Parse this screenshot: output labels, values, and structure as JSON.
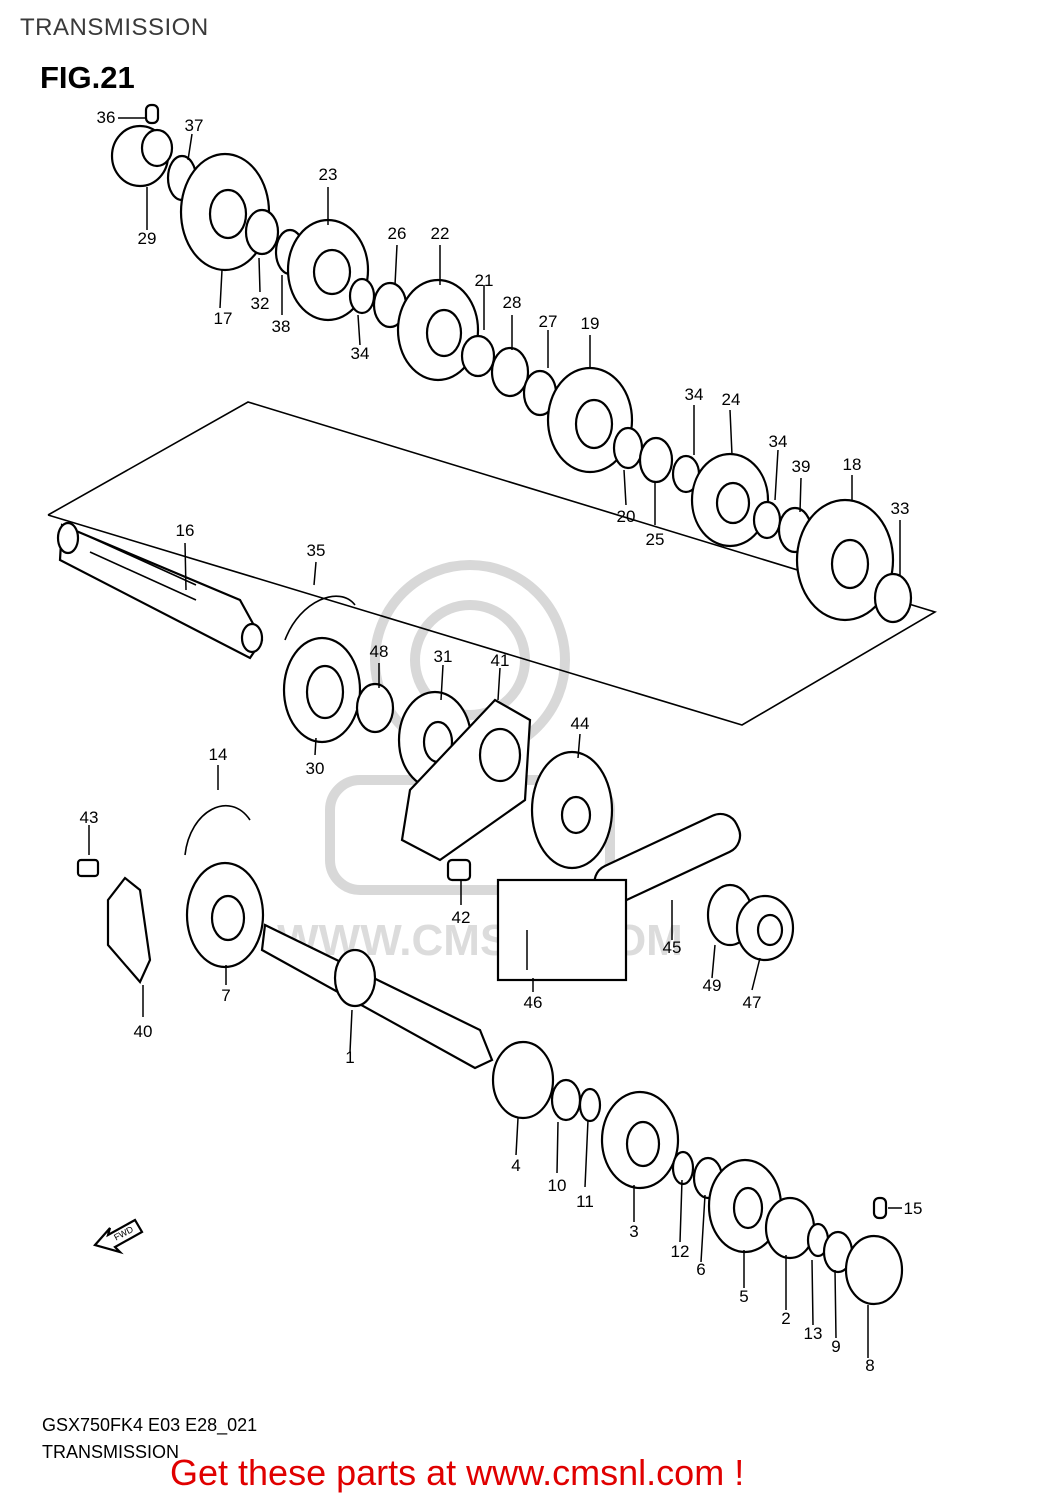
{
  "page_title": "TRANSMISSION",
  "figure_label": "FIG.21",
  "footer": {
    "model_code": "GSX750FK4 E03 E28_021",
    "section_name": "TRANSMISSION",
    "call_to_action": "Get these parts at www.cmsnl.com !"
  },
  "watermark_text": "WWW.CMSNL.COM",
  "direction_marker": "FWD",
  "callouts": [
    "36",
    "37",
    "29",
    "17",
    "32",
    "38",
    "23",
    "26",
    "22",
    "34",
    "21",
    "28",
    "27",
    "19",
    "34",
    "24",
    "34",
    "39",
    "18",
    "20",
    "25",
    "33",
    "16",
    "35",
    "48",
    "31",
    "41",
    "30",
    "44",
    "14",
    "43",
    "42",
    "45",
    "46",
    "49",
    "47",
    "7",
    "40",
    "1",
    "4",
    "10",
    "11",
    "3",
    "12",
    "6",
    "5",
    "2",
    "13",
    "9",
    "15",
    "8"
  ]
}
